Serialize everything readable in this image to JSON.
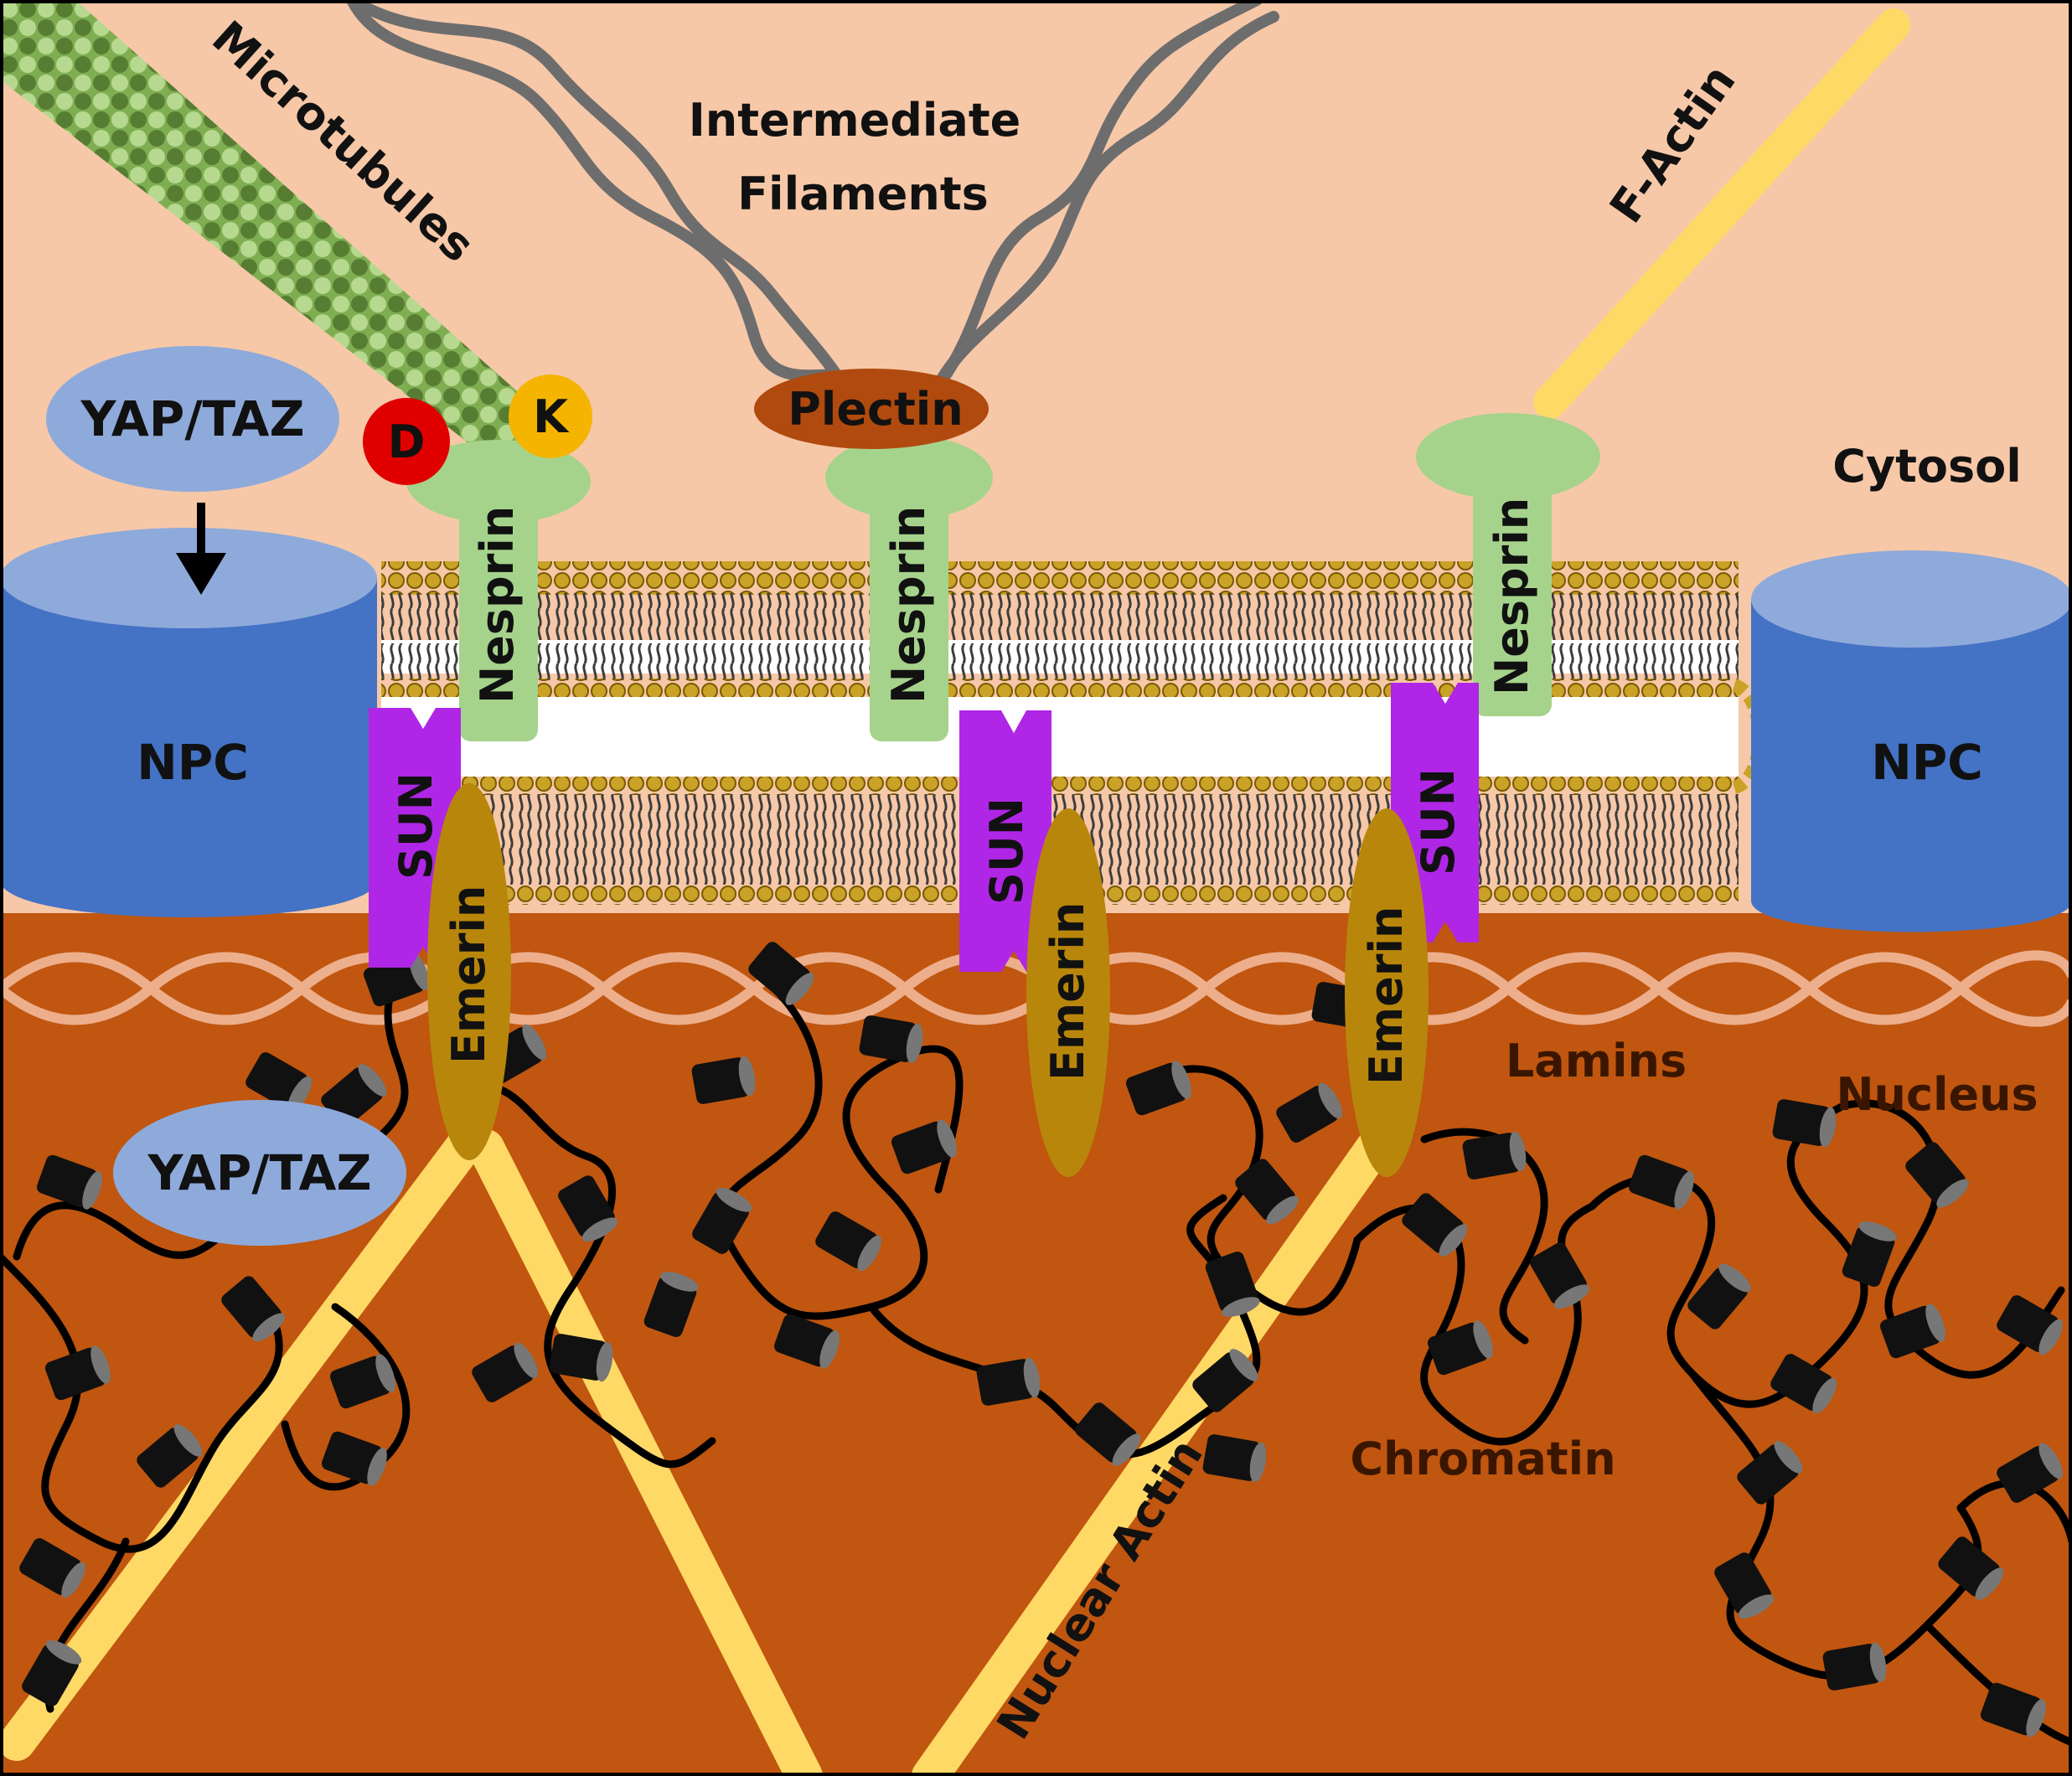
{
  "labels": {
    "microtubules": "Microtubules",
    "intermediate_filaments_line1": "Intermediate",
    "intermediate_filaments_line2": "Filaments",
    "f_actin": "F-Actin",
    "cytosol": "Cytosol",
    "nucleus": "Nucleus",
    "lamins": "Lamins",
    "chromatin": "Chromatin",
    "nuclear_actin": "Nuclear Actin",
    "npc": "NPC",
    "yap_taz": "YAP/TAZ",
    "plectin": "Plectin",
    "nesprin": "Nesprin",
    "sun": "SUN",
    "emerin": "Emerin",
    "dynein": "D",
    "kinesin": "K"
  },
  "colors": {
    "cytosol": "#f6c8a8",
    "nucleus": "#c0560f",
    "npc_side": "#4472c4",
    "npc_top": "#8eaadb",
    "yap_taz": "#8eaadb",
    "nesprin": "#a6d38c",
    "plectin": "#b04a0e",
    "sun": "#b026e6",
    "emerin": "#b8860b",
    "actin": "#ffd966",
    "intermediate_filaments": "#6d6d6d",
    "lamins": "#f2b89a",
    "dynein": "#e00000",
    "kinesin": "#f4b400",
    "membrane_head": "#c9a227"
  }
}
